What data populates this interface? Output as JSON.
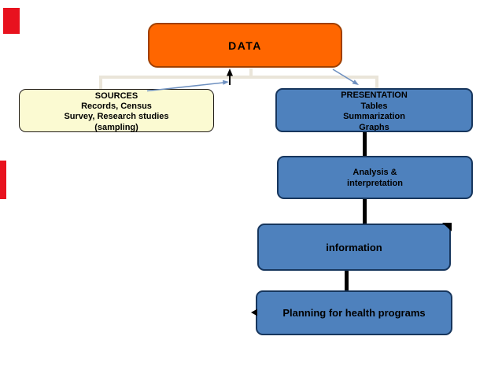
{
  "colors": {
    "bg": "#ffffff",
    "text": "#000000",
    "red_accent": "#e8121e",
    "orange_fill": "#ff6600",
    "orange_border": "#a04000",
    "yellow_fill": "#fbfad2",
    "yellow_border": "#1f1a17",
    "blue_fill": "#4e81bd",
    "blue_border": "#17365d",
    "connector_black": "#000000",
    "connector_beige": "#eae5d9",
    "arrow_blue": "#6e90c0"
  },
  "diagram": {
    "data_box": {
      "label": "DATA"
    },
    "sources_box": {
      "lines": [
        "SOURCES",
        "Records, Census",
        "Survey, Research studies",
        "(sampling)"
      ]
    },
    "presentation_box": {
      "lines": [
        "PRESENTATION",
        "Tables",
        "Summarization",
        "Graphs"
      ]
    },
    "analysis_box": {
      "lines": [
        "Analysis &",
        "interpretation"
      ]
    },
    "information_box": {
      "label": "information"
    },
    "planning_box": {
      "label": "Planning for health programs"
    }
  }
}
